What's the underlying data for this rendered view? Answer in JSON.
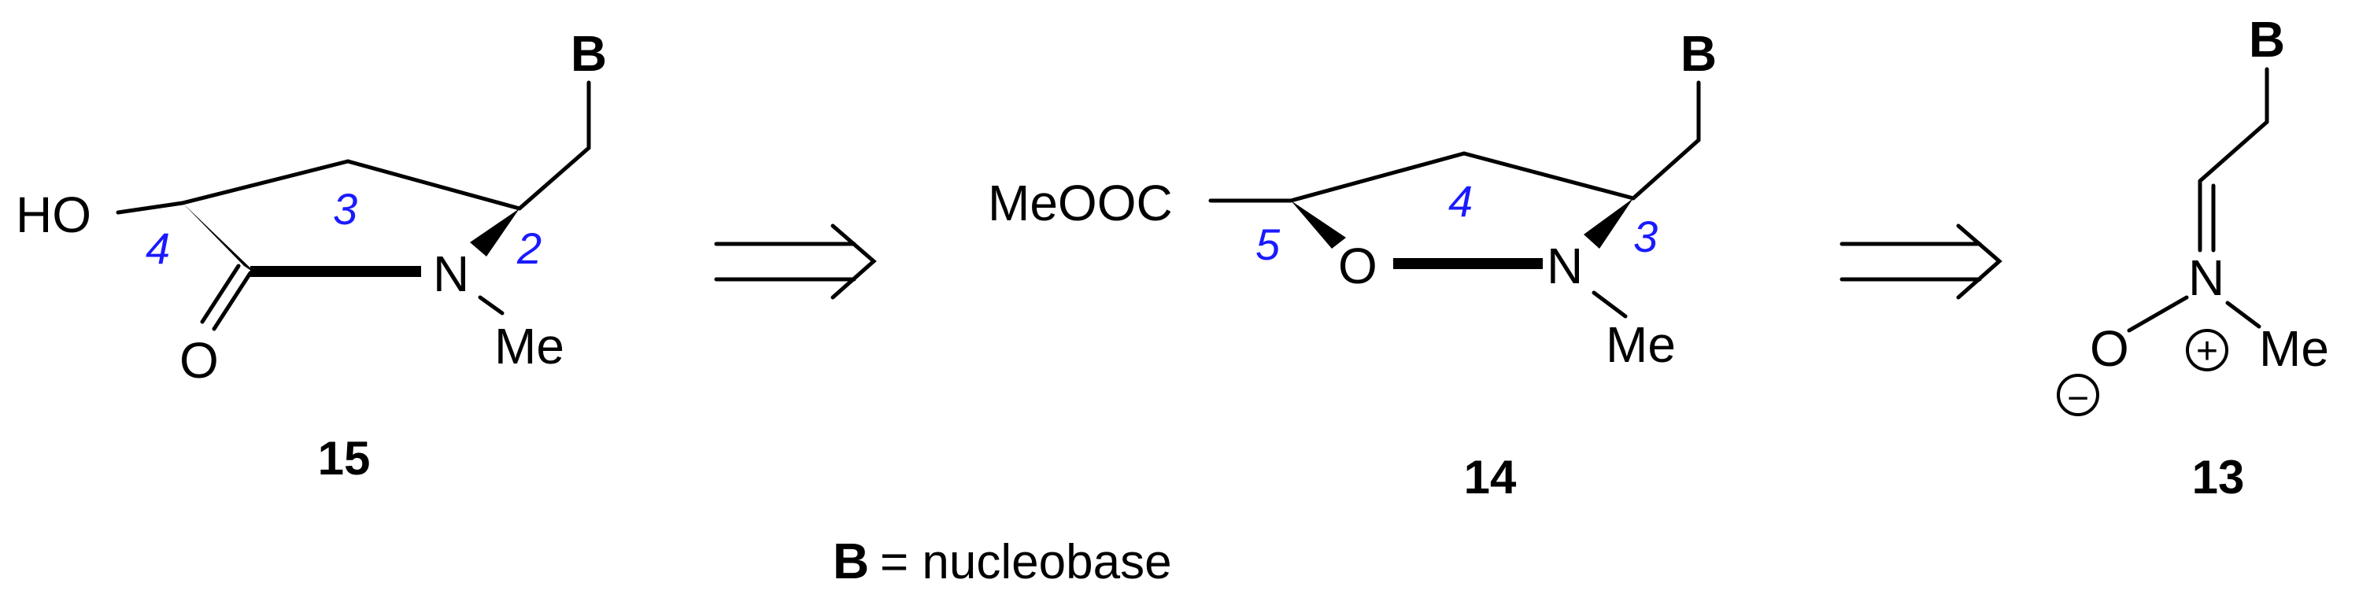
{
  "substituent_label": "B",
  "compounds": {
    "c15": {
      "number": "15",
      "labels": {
        "oh": "HO",
        "n": "N",
        "me": "Me",
        "o": "O"
      },
      "ring_positions": {
        "p4": "4",
        "p3": "3",
        "p2": "2"
      }
    },
    "c14": {
      "number": "14",
      "labels": {
        "ester": "MeOOC",
        "o": "O",
        "n": "N",
        "me": "Me"
      },
      "ring_positions": {
        "p5": "5",
        "p4": "4",
        "p3": "3"
      }
    },
    "c13": {
      "number": "13",
      "labels": {
        "o": "O",
        "n": "N",
        "me": "Me",
        "minus": "−",
        "plus": "+"
      }
    }
  },
  "legend": {
    "b": "B",
    "text": "= nucleobase"
  }
}
